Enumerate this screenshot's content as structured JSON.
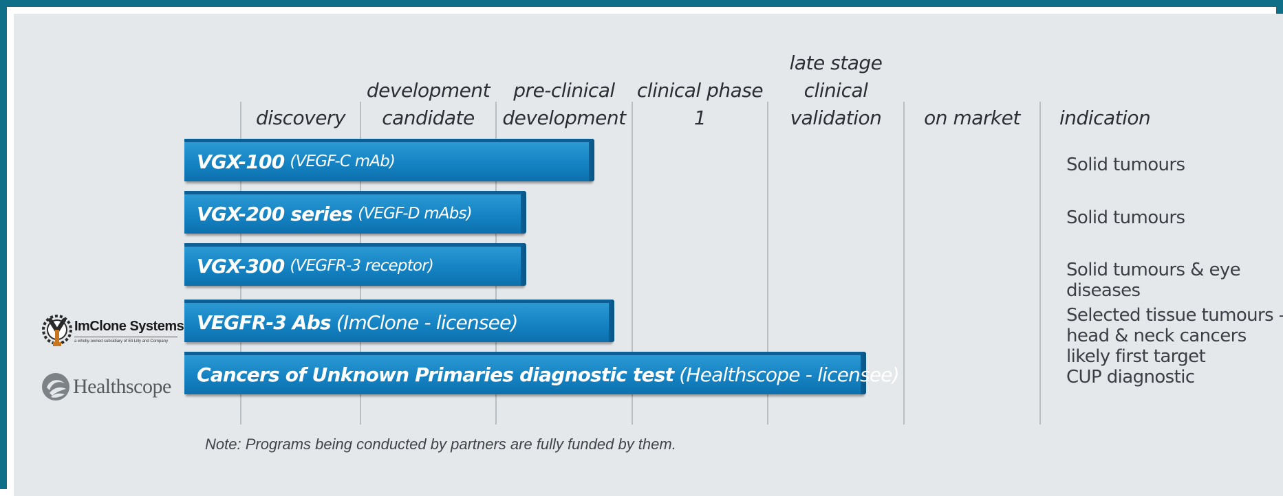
{
  "chart_data": {
    "type": "bar",
    "orientation": "horizontal",
    "stages": [
      {
        "label": "discovery"
      },
      {
        "label": "development candidate"
      },
      {
        "label": "pre-clinical development"
      },
      {
        "label": "clinical phase 1"
      },
      {
        "label": "late stage clinical validation"
      },
      {
        "label": "on market"
      }
    ],
    "indication_header": "indication",
    "programs": [
      {
        "name": "VGX-100",
        "detail": "(VEGF-C mAb)",
        "progress_stage": 2.7,
        "indication": "Solid tumours",
        "partner_logo": ""
      },
      {
        "name": "VGX-200 series",
        "detail": "(VEGF-D mAbs)",
        "progress_stage": 2.2,
        "indication": "Solid tumours",
        "partner_logo": ""
      },
      {
        "name": "VGX-300",
        "detail": "(VEGFR-3 receptor)",
        "progress_stage": 2.2,
        "indication": "Solid tumours & eye diseases",
        "partner_logo": ""
      },
      {
        "name": "VEGFR-3 Abs",
        "detail": "(ImClone - licensee)",
        "progress_stage": 2.85,
        "indication": "Selected tissue tumours – head & neck cancers likely first target",
        "partner_logo": "imclone"
      },
      {
        "name": "Cancers of Unknown Primaries diagnostic test",
        "detail": "(Healthscope - licensee)",
        "progress_stage": 4.7,
        "indication": "CUP diagnostic",
        "partner_logo": "healthscope"
      }
    ],
    "note": "Note: Programs being conducted by partners are fully funded by them."
  },
  "logos": {
    "imclone_name": "ImClone Systems",
    "imclone_tagline": "a wholly-owned subsidiary of Eli Lilly and Company",
    "healthscope_name": "Healthscope"
  },
  "colors": {
    "frame": "#0f6e88",
    "panel": "#e5e8ea",
    "bar": "#1583c3",
    "bar_dark": "#0c5f94"
  }
}
